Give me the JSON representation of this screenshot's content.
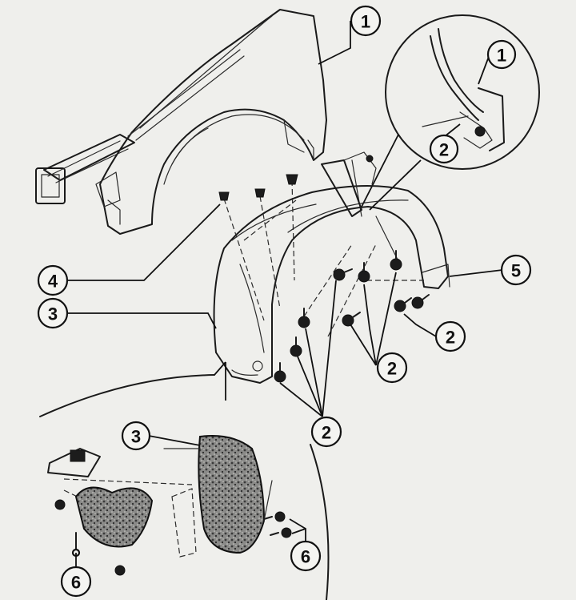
{
  "colors": {
    "background": "#efefec",
    "linework": "#1a1a1a",
    "liner_texture": "#5a5a5a"
  },
  "callouts": [
    {
      "id": "c1-fender",
      "label": "1"
    },
    {
      "id": "c1-detail",
      "label": "1"
    },
    {
      "id": "c2-detail",
      "label": "2"
    },
    {
      "id": "c4",
      "label": "4"
    },
    {
      "id": "c3-main",
      "label": "3"
    },
    {
      "id": "c5",
      "label": "5"
    },
    {
      "id": "c2-right",
      "label": "2"
    },
    {
      "id": "c2-center",
      "label": "2"
    },
    {
      "id": "c2-bottom",
      "label": "2"
    },
    {
      "id": "c3-inset",
      "label": "3"
    },
    {
      "id": "c6-right",
      "label": "6"
    },
    {
      "id": "c6-left",
      "label": "6"
    }
  ]
}
